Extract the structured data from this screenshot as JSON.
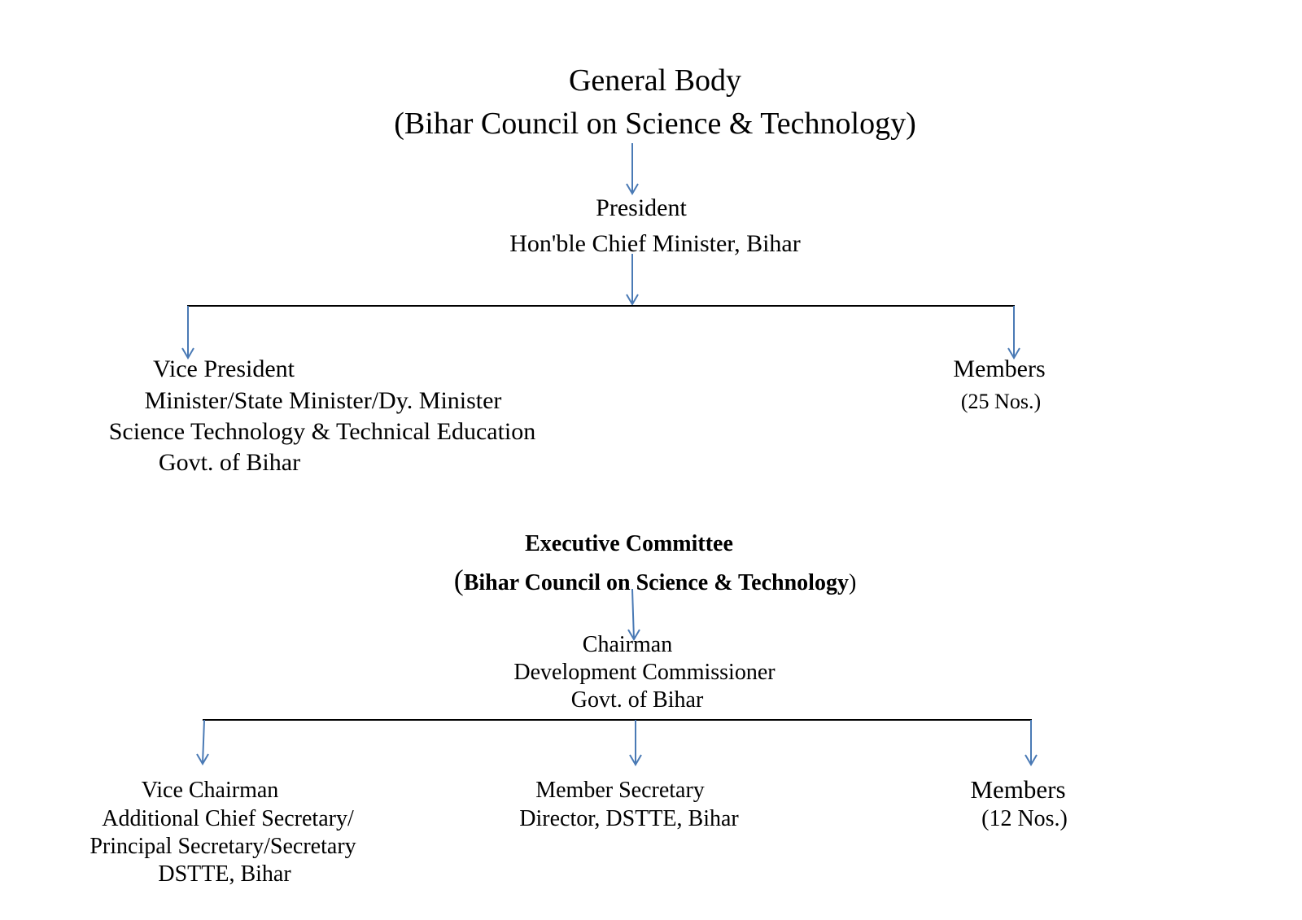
{
  "general_body": {
    "title": "General Body",
    "subtitle": "(Bihar Council on Science & Technology)",
    "president": {
      "role": "President",
      "holder": "Hon'ble Chief Minister, Bihar"
    },
    "vice_president": {
      "role": "Vice President",
      "line1": "Minister/State Minister/Dy. Minister",
      "line2": "Science Technology & Technical Education",
      "line3": "Govt. of Bihar"
    },
    "members": {
      "role": "Members",
      "count": "(25 Nos.)"
    }
  },
  "executive_committee": {
    "title": "Executive Committee",
    "subtitle_open": "(",
    "subtitle_text": "Bihar Council on Science & Technology",
    "subtitle_close": ")",
    "chairman": {
      "role": "Chairman",
      "line1": "Development Commissioner",
      "line2": "Govt. of Bihar"
    },
    "vice_chairman": {
      "role": "Vice Chairman",
      "line1": "Additional Chief Secretary/",
      "line2": "Principal Secretary/Secretary",
      "line3": "DSTTE, Bihar"
    },
    "member_secretary": {
      "role": "Member Secretary",
      "line1": "Director, DSTTE, Bihar"
    },
    "members": {
      "role": "Members",
      "count": "(12 Nos.)"
    }
  },
  "colors": {
    "arrow": "#4a7ab5",
    "line": "#000000"
  }
}
